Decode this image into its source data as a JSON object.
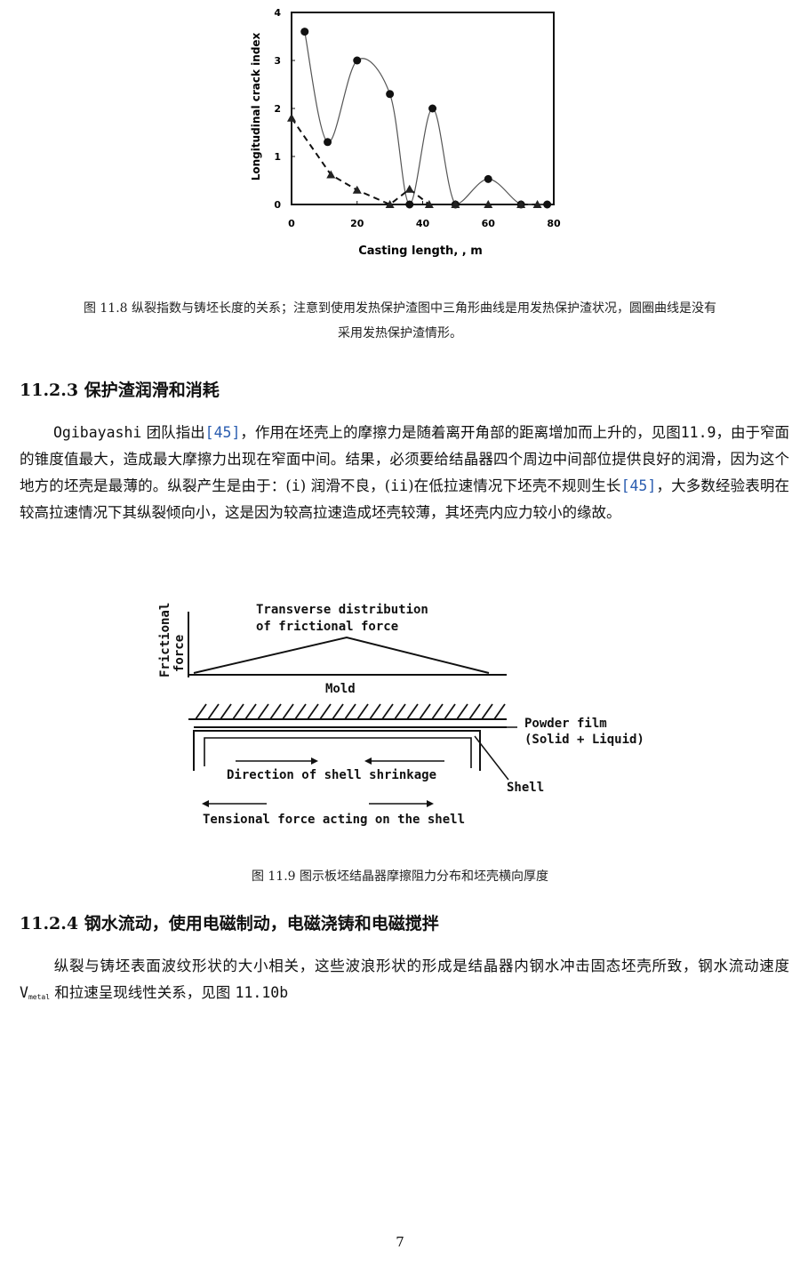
{
  "chart_data": {
    "type": "line",
    "xlabel": "Casting length, , m",
    "ylabel": "Longitudinal crack index",
    "xlim": [
      0,
      80
    ],
    "ylim": [
      0,
      4
    ],
    "x_ticks": [
      "0",
      "20",
      "40",
      "60",
      "80"
    ],
    "y_ticks": [
      "0",
      "1",
      "2",
      "3",
      "4"
    ],
    "grid": false,
    "legend": "none",
    "series": [
      {
        "marker": "circle",
        "style": "solid",
        "x": [
          4,
          11,
          20,
          30,
          36,
          43,
          50,
          60,
          70,
          78
        ],
        "y": [
          3.6,
          1.3,
          3.0,
          2.3,
          0.0,
          2.0,
          0.0,
          0.53,
          0.0,
          0.0
        ]
      },
      {
        "marker": "triangle",
        "style": "dashed",
        "x": [
          0,
          12,
          20,
          30,
          36,
          42,
          50,
          60,
          70,
          75
        ],
        "y": [
          1.8,
          0.62,
          0.3,
          0.0,
          0.32,
          0.0,
          0.0,
          0.0,
          0.0,
          0.0
        ]
      }
    ]
  },
  "fig1_caption_line1": "图 11.8 纵裂指数与铸坯长度的关系；注意到使用发热保护渣图中三角形曲线是用发热保护渣状况，圆圈曲线是没有",
  "fig1_caption_line2": "采用发热保护渣情形。",
  "section1": {
    "heading": "11.2.3 保护渣润滑和消耗",
    "p_author": "Ogibayashi",
    "p_part1": " 团队指出",
    "ref1": "[45]",
    "p_part2": "，作用在坯壳上的摩擦力是随着离开角部的距离增加而上升的，见图",
    "p_fig": "11.9",
    "p_part3": "，由于窄面的锥度值最大，造成最大摩擦力出现在窄面中间。结果，必须要给结晶器四个周边中间部位提供良好的润滑，因为这个地方的坯壳是最薄的。纵裂产生是由于：(",
    "p_i": "i",
    "p_part4": ") 润滑不良，(",
    "p_ii": "ii",
    "p_part5": ")在低拉速情况下坯壳不规则生长",
    "ref2": "[45]",
    "p_part6": "，大多数经验表明在较高拉速情况下其纵裂倾向小，这是因为较高拉速造成坯壳较薄，其坯壳内应力较小的缘故。"
  },
  "fig2": {
    "title_line1": "Transverse distribution",
    "title_line2": "of frictional force",
    "ylabel_line1": "Frictional",
    "ylabel_line2": "force",
    "mold": "Mold",
    "powder_line1": "Powder film",
    "powder_line2": "(Solid + Liquid)",
    "shell": "Shell",
    "shrinkage": "Direction of shell shrinkage",
    "tension": "Tensional force acting on the shell"
  },
  "fig2_caption": "图 11.9 图示板坯结晶器摩擦阻力分布和坯壳横向厚度",
  "section2": {
    "heading": "11.2.4 钢水流动，使用电磁制动，电磁浇铸和电磁搅拌",
    "p_part1": "纵裂与铸坯表面波纹形状的大小相关，这些波浪形状的形成是结晶器内钢水冲击固态坯壳所致，钢水流动速度 ",
    "v": "V",
    "v_sub": "metal",
    "p_part2": " 和拉速呈现线性关系，见图 ",
    "p_fig": "11.10b"
  },
  "page_number": "7"
}
